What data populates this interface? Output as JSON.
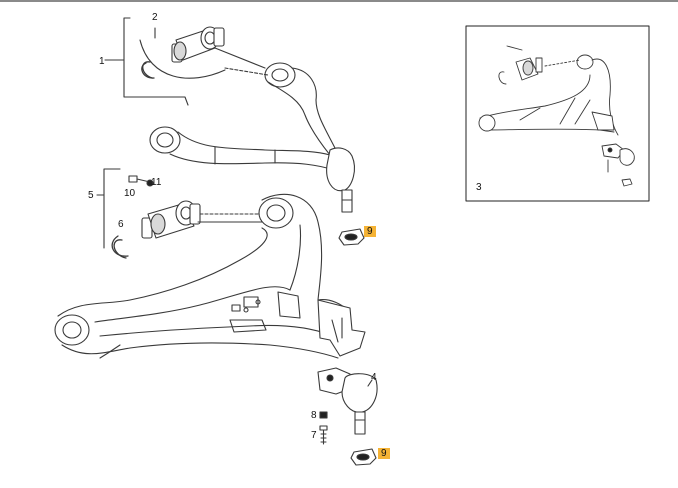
{
  "callouts": {
    "c1": "1",
    "c2": "2",
    "c3": "3",
    "c4": "4",
    "c5": "5",
    "c6": "6",
    "c7": "7",
    "c8": "8",
    "c9_upper": "9",
    "c9_lower": "9",
    "c10": "10",
    "c11": "11"
  },
  "colors": {
    "highlight": "#f5b335",
    "outline": "#3a3a3a",
    "fill": "#ffffff",
    "shade": "#d9d9d9",
    "dark": "#222222"
  }
}
